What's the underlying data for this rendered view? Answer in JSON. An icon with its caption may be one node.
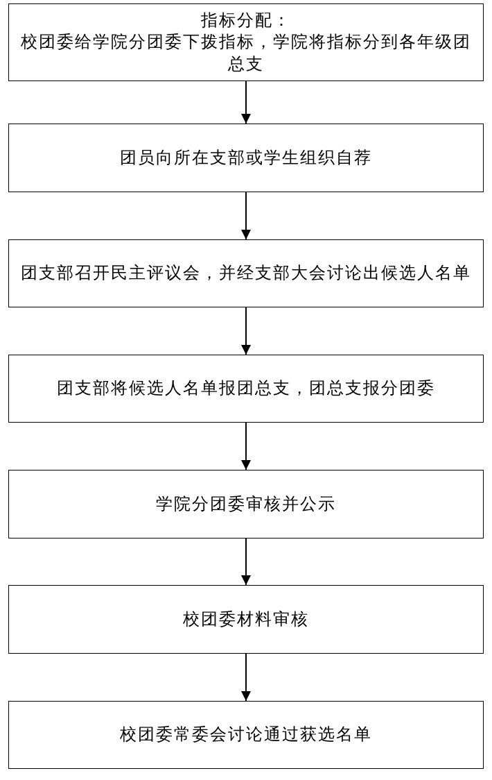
{
  "diagram": {
    "nodes": [
      {
        "text": [
          "指标分配：",
          "校团委给学院分团委下拨指标，学院将指标分到各年级团总支"
        ]
      },
      {
        "text": [
          "团员向所在支部或学生组织自荐"
        ]
      },
      {
        "text": [
          "团支部召开民主评议会，并经支部大会讨论出候选人名单"
        ]
      },
      {
        "text": [
          "团支部将候选人名单报团总支，团总支报分团委"
        ]
      },
      {
        "text": [
          "学院分团委审核并公示"
        ]
      },
      {
        "text": [
          "校团委材料审核"
        ]
      },
      {
        "text": [
          "校团委常委会讨论通过获选名单"
        ]
      }
    ],
    "edges": [
      {
        "from": 0,
        "to": 1,
        "arrow": "to"
      },
      {
        "from": 1,
        "to": 2,
        "arrow": "to"
      },
      {
        "from": 2,
        "to": 3,
        "arrow": "to"
      },
      {
        "from": 3,
        "to": 4,
        "arrow": "to"
      },
      {
        "from": 4,
        "to": 5,
        "arrow": "to"
      },
      {
        "from": 5,
        "to": 6,
        "arrow": "to"
      }
    ]
  }
}
